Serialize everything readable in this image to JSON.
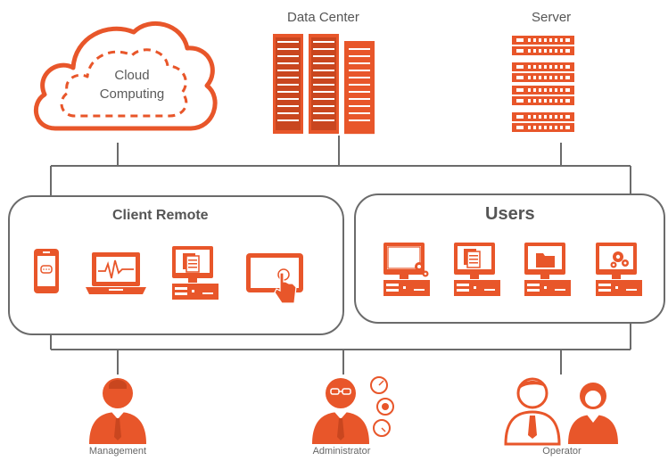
{
  "colors": {
    "accent": "#E8562A",
    "line": "#6b6b6b",
    "text": "#555555",
    "screen": "#ffffff"
  },
  "top": {
    "cloud_line1": "Cloud",
    "cloud_line2": "Computing",
    "data_center": "Data Center",
    "server": "Server"
  },
  "panels": {
    "client_remote": {
      "title": "Client Remote",
      "devices": [
        "smartphone-icon",
        "laptop-icon",
        "desktop-documents-icon",
        "tablet-touch-icon"
      ]
    },
    "users": {
      "title": "Users",
      "devices": [
        "desktop-gear-icon",
        "desktop-documents-icon",
        "desktop-folder-icon",
        "desktop-gears-icon"
      ]
    }
  },
  "people": {
    "management": "Management",
    "administrator": "Administrator",
    "operator": "Operator"
  }
}
